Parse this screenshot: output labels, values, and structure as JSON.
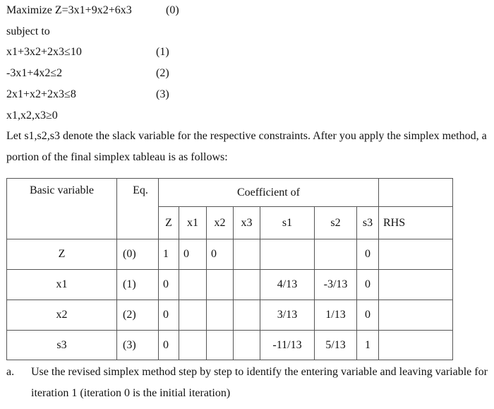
{
  "problem": {
    "objective": "Maximize Z=3x1+9x2+6x3",
    "objective_tag": "(0)",
    "subject_to": "subject to",
    "constraints": [
      {
        "text": "x1+3x2+2x3≤10",
        "tag": "(1)"
      },
      {
        "text": "-3x1+4x2≤2",
        "tag": "(2)"
      },
      {
        "text": "2x1+x2+2x3≤8",
        "tag": "(3)"
      }
    ],
    "nonneg": "x1,x2,x3≥0",
    "intro": "Let s1,s2,s3 denote the slack variable for the respective constraints. After you apply the simplex method, a portion of the final simplex tableau is as follows:"
  },
  "tableau": {
    "header": {
      "basic_variable": "Basic variable",
      "eq": "Eq.",
      "coefficient_of": "Coefficient of",
      "cols": [
        "Z",
        "x1",
        "x2",
        "x3",
        "s1",
        "s2",
        "s3",
        "RHS"
      ]
    },
    "rows": [
      {
        "basic": "Z",
        "eq": "(0)",
        "cells": [
          "1",
          "0",
          "0",
          "",
          "",
          "",
          "0",
          ""
        ]
      },
      {
        "basic": "x1",
        "eq": "(1)",
        "cells": [
          "0",
          "",
          "",
          "",
          "4/13",
          "-3/13",
          "0",
          ""
        ]
      },
      {
        "basic": "x2",
        "eq": "(2)",
        "cells": [
          "0",
          "",
          "",
          "",
          "3/13",
          "1/13",
          "0",
          ""
        ]
      },
      {
        "basic": "s3",
        "eq": "(3)",
        "cells": [
          "0",
          "",
          "",
          "",
          "-11/13",
          "5/13",
          "1",
          ""
        ]
      }
    ]
  },
  "question": {
    "label": "a.",
    "text": "Use the revised simplex method step by step to identify the entering variable and leaving variable for iteration 1 (iteration 0 is the initial iteration)"
  }
}
